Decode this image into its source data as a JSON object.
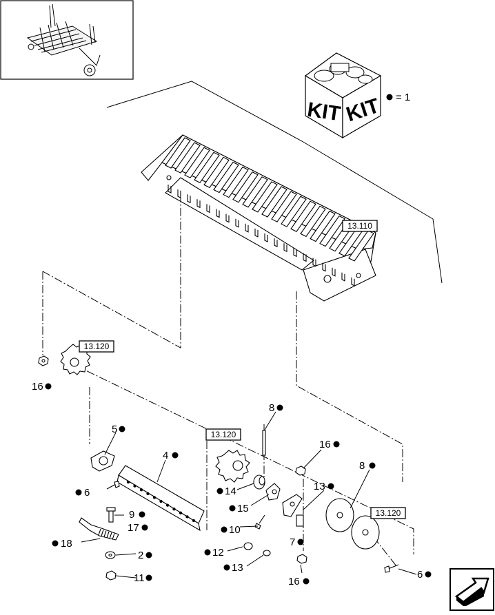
{
  "kit": {
    "box_label_left": "KIT",
    "box_label_right": "KIT",
    "legend_text": "= 1"
  },
  "ref_boxes": {
    "r1": "13.110",
    "r2": "13.120",
    "r3": "13.120",
    "r4": "13.120"
  },
  "callouts": {
    "c16a": "16",
    "c5": "5",
    "c4": "4",
    "c6a": "6",
    "c8a": "8",
    "c16b": "16",
    "c8b": "8",
    "c13a": "13",
    "c14": "14",
    "c15": "15",
    "c9": "9",
    "c17": "17",
    "c10": "10",
    "c7": "7",
    "c18": "18",
    "c2": "2",
    "c12": "12",
    "c13b": "13",
    "c6b": "6",
    "c11": "11",
    "c16c": "16"
  }
}
